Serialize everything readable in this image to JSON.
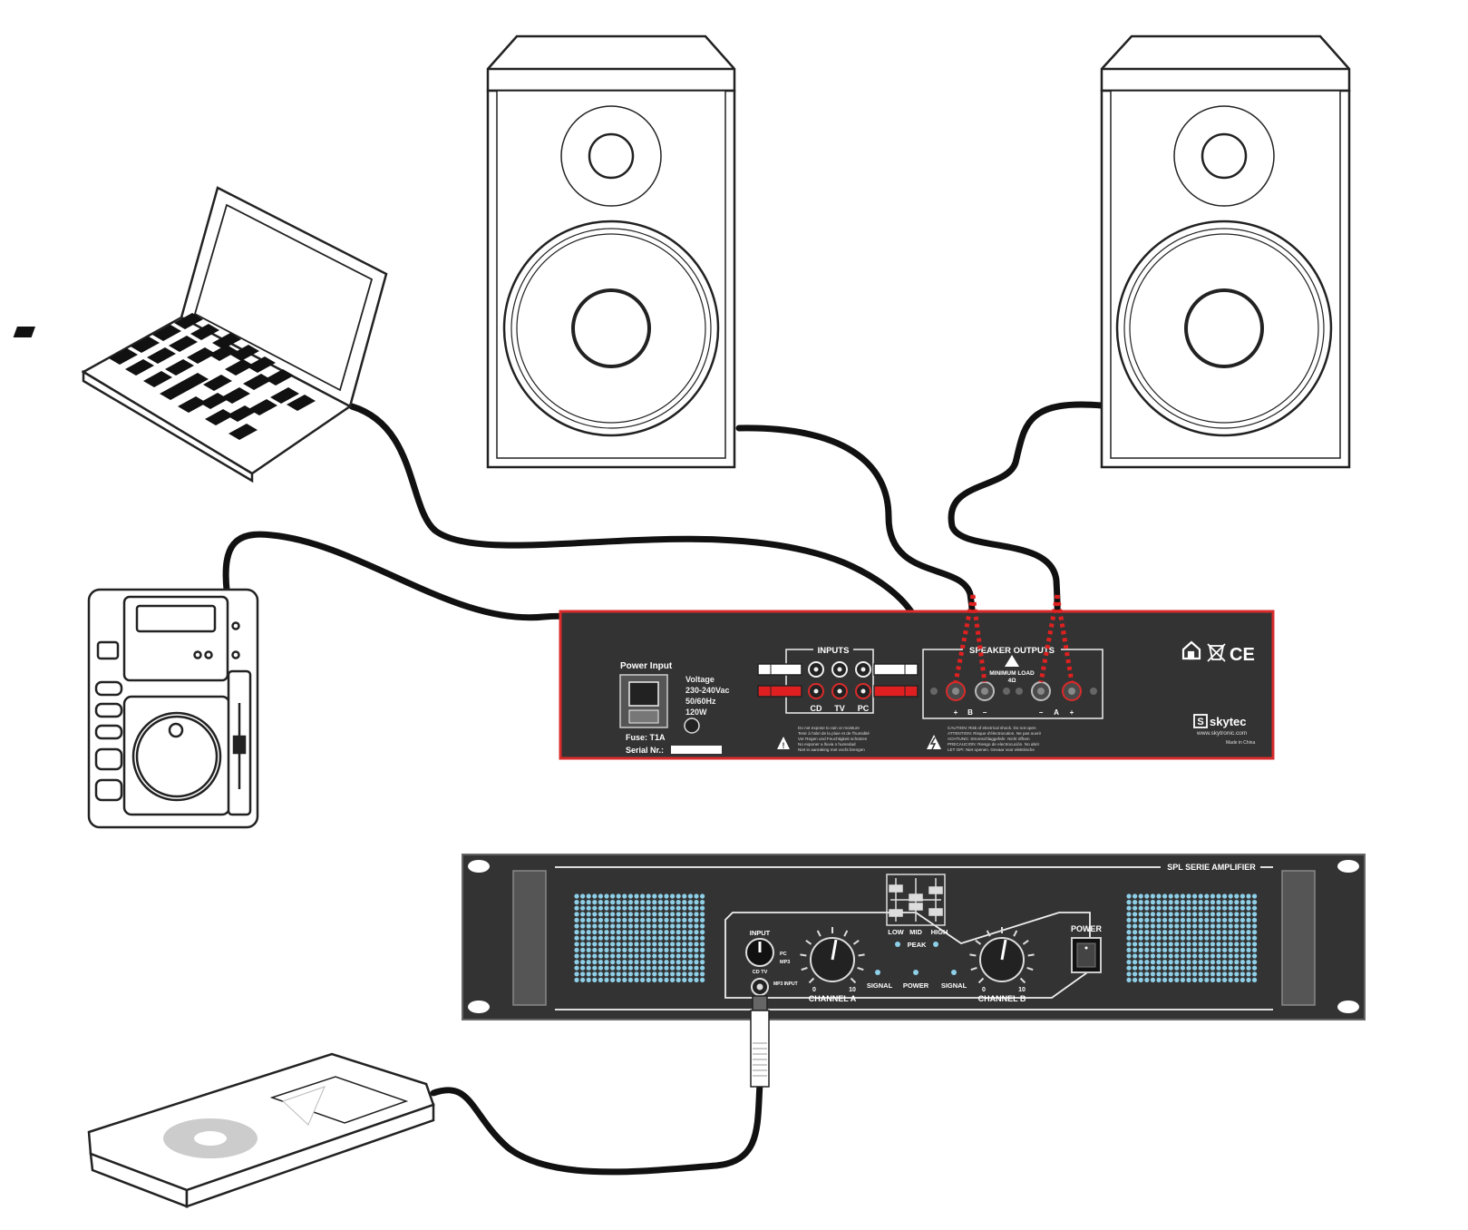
{
  "rear_panel": {
    "power_input_label": "Power Input",
    "voltage_label": "Voltage",
    "voltage_range": "230-240Vac",
    "frequency": "50/60Hz",
    "wattage": "120W",
    "fuse": "Fuse: T1A",
    "serial_label": "Serial Nr.:",
    "inputs_label": "INPUTS",
    "input_cd": "CD",
    "input_tv": "TV",
    "input_pc": "PC",
    "speaker_output_label": "SPEAKER OUTPUTS",
    "min_load_label": "MINIMUM LOAD",
    "min_load_value": "4Ω",
    "channel_b": "B",
    "channel_a": "A",
    "plus": "+",
    "minus": "−",
    "certification": "CE",
    "brand": "skytec",
    "website": "www.skytronic.com",
    "made_in": "Made in China",
    "caution_text": "CAUTION: Risk of electrical shock. Do not open",
    "attention_text": "ATTENTION: Risque d'électrocution. Ne pas ouvrir",
    "achtung_text": "ACHTUNG: Stromschlaggefahr. Nicht öffnen",
    "precaucion_text": "PRECAUCION: Riesgo de electrocución. No abrir",
    "let_op_text": "LET OP!: Niet openen. Gevaar voor elektrische",
    "warn_text_1": "Do not expose to rain or moisture",
    "warn_text_2": "Tenir à l'abri de la pluie et de l'humidité",
    "warn_text_3": "Vor Regen und Feuchtigkeit schützen",
    "warn_text_4": "No exponer a lluvia o humedad",
    "warn_text_5": "Niet in aanraking met vocht brengen"
  },
  "front_panel": {
    "series_label": "SPL SERIE AMPLIFIER",
    "eq_low": "LOW",
    "eq_mid": "MID",
    "eq_high": "HIGH",
    "peak_label": "PEAK",
    "input_label": "INPUT",
    "input_pc": "PC",
    "input_mp3": "MP3",
    "input_cd_tv": "CD TV",
    "mp3_input": "MP3 INPUT",
    "signal_left": "SIGNAL",
    "power_led": "POWER",
    "signal_right": "SIGNAL",
    "channel_a": "CHANNEL A",
    "channel_b": "CHANNEL B",
    "knob_min": "0",
    "knob_max": "10",
    "power_button": "POWER"
  },
  "colors": {
    "panel_dark": "#333333",
    "panel_red_border": "#d92b2b",
    "led_blue": "#8ecfe8",
    "cable": "#111111",
    "red_dots": "#e02020"
  },
  "icons": [
    "laptop-icon",
    "cd-player-icon",
    "speaker-left-icon",
    "speaker-right-icon",
    "mp3-player-icon",
    "warning-icon",
    "high-voltage-icon",
    "house-icon",
    "weee-bin-icon"
  ]
}
